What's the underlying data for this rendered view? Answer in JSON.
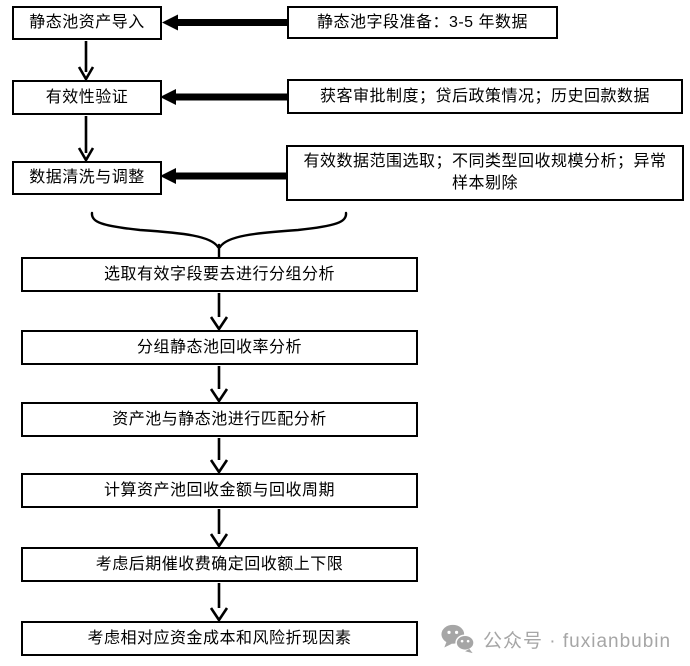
{
  "page": {
    "background": "#ffffff",
    "line_color": "#000000"
  },
  "flowchart": {
    "left_steps": [
      {
        "label": "静态池资产导入"
      },
      {
        "label": "有效性验证"
      },
      {
        "label": "数据清洗与调整"
      }
    ],
    "right_notes": [
      {
        "label": "静态池字段准备：3-5 年数据"
      },
      {
        "label": "获客审批制度；贷后政策情况；历史回款数据"
      },
      {
        "label": "有效数据范围选取；不同类型回收规模分析；异常样本剔除"
      }
    ],
    "main_steps": [
      {
        "label": "选取有效字段要去进行分组分析"
      },
      {
        "label": "分组静态池回收率分析"
      },
      {
        "label": "资产池与静态池进行匹配分析"
      },
      {
        "label": "计算资产池回收金额与回收周期"
      },
      {
        "label": "考虑后期催收费确定回收额上下限"
      },
      {
        "label": "考虑相对应资金成本和风险折现因素"
      }
    ]
  },
  "watermark": {
    "icon": "wechat-icon",
    "text": "公众号 · fuxianbubin",
    "color": "#a6a6a6"
  }
}
